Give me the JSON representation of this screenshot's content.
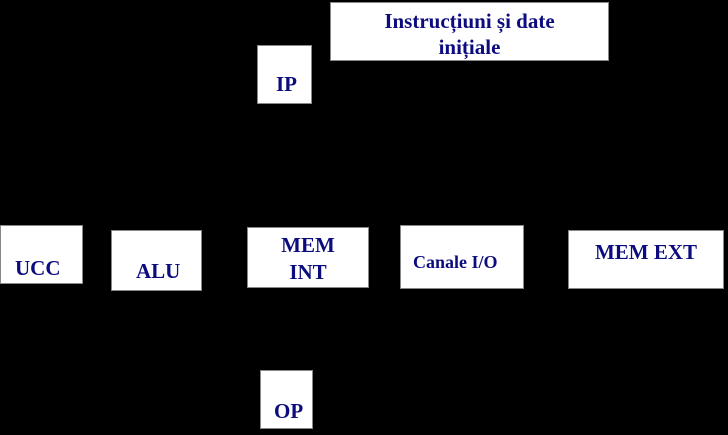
{
  "boxes": {
    "initial": {
      "line1": "Instrucțiuni și date",
      "line2": "inițiale"
    },
    "ip": "IP",
    "ucc": "UCC",
    "alu": "ALU",
    "mem_int": {
      "line1": "MEM",
      "line2": "INT"
    },
    "canale": "Canale I/O",
    "mem_ext": "MEM EXT",
    "op": "OP"
  },
  "colors": {
    "background": "#000000",
    "box": "#ffffff",
    "text": "#0c0c7e"
  }
}
